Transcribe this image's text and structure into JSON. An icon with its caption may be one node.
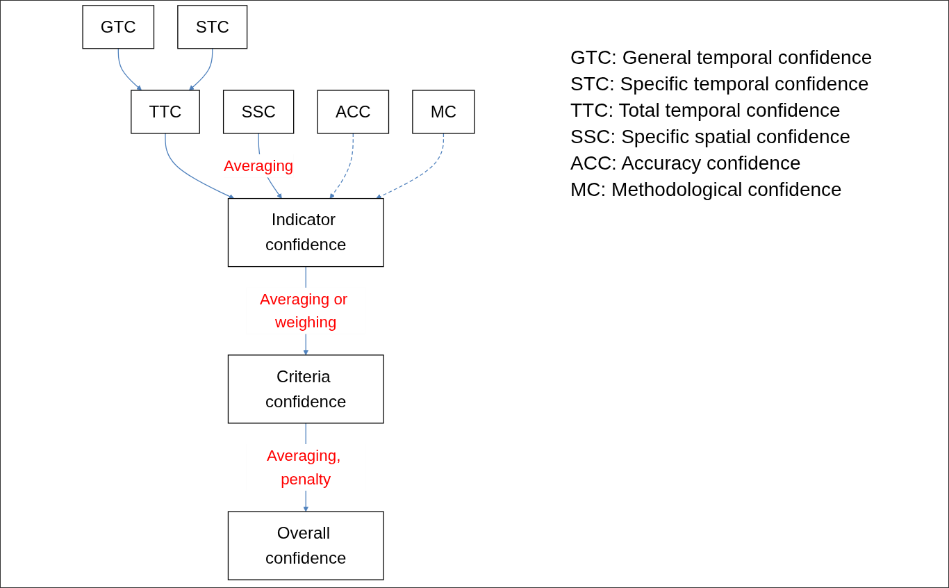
{
  "diagram": {
    "nodes": [
      {
        "text": [
          "GTC"
        ]
      },
      {
        "text": [
          "STC"
        ]
      },
      {
        "text": [
          "SSC"
        ]
      },
      {
        "text": [
          "ACC"
        ]
      },
      {
        "text": [
          "MC"
        ]
      },
      {
        "text": [
          "TTC"
        ]
      },
      {
        "text": [
          "Indicator confidence"
        ]
      },
      {
        "text": [
          "Criteria confidence"
        ]
      },
      {
        "text": [
          "Overall confidence"
        ]
      }
    ],
    "edges": [
      {
        "from": 0,
        "to": 5,
        "arrow": "to"
      },
      {
        "from": 1,
        "to": 5,
        "arrow": "to"
      },
      {
        "from": 5,
        "to": 6,
        "arrow": "to"
      },
      {
        "from": 2,
        "to": 6,
        "arrow": "to",
        "label": "Averaging"
      },
      {
        "from": 3,
        "to": 6,
        "arrow": "to",
        "style": "dashed"
      },
      {
        "from": 4,
        "to": 6,
        "arrow": "to",
        "style": "dashed"
      },
      {
        "from": 6,
        "to": 7,
        "arrow": "to",
        "label": "Averaging or weighing"
      },
      {
        "from": 7,
        "to": 8,
        "arrow": "to",
        "label": "Averaging, penalty"
      }
    ],
    "labels": [
      "GTC: General temporal confidence",
      "STC: Specific temporal confidence",
      "TTC: Total temporal confidence",
      "SSC: Specific spatial confidence",
      "ACC: Accuracy confidence",
      "MC: Methodological confidence"
    ]
  }
}
